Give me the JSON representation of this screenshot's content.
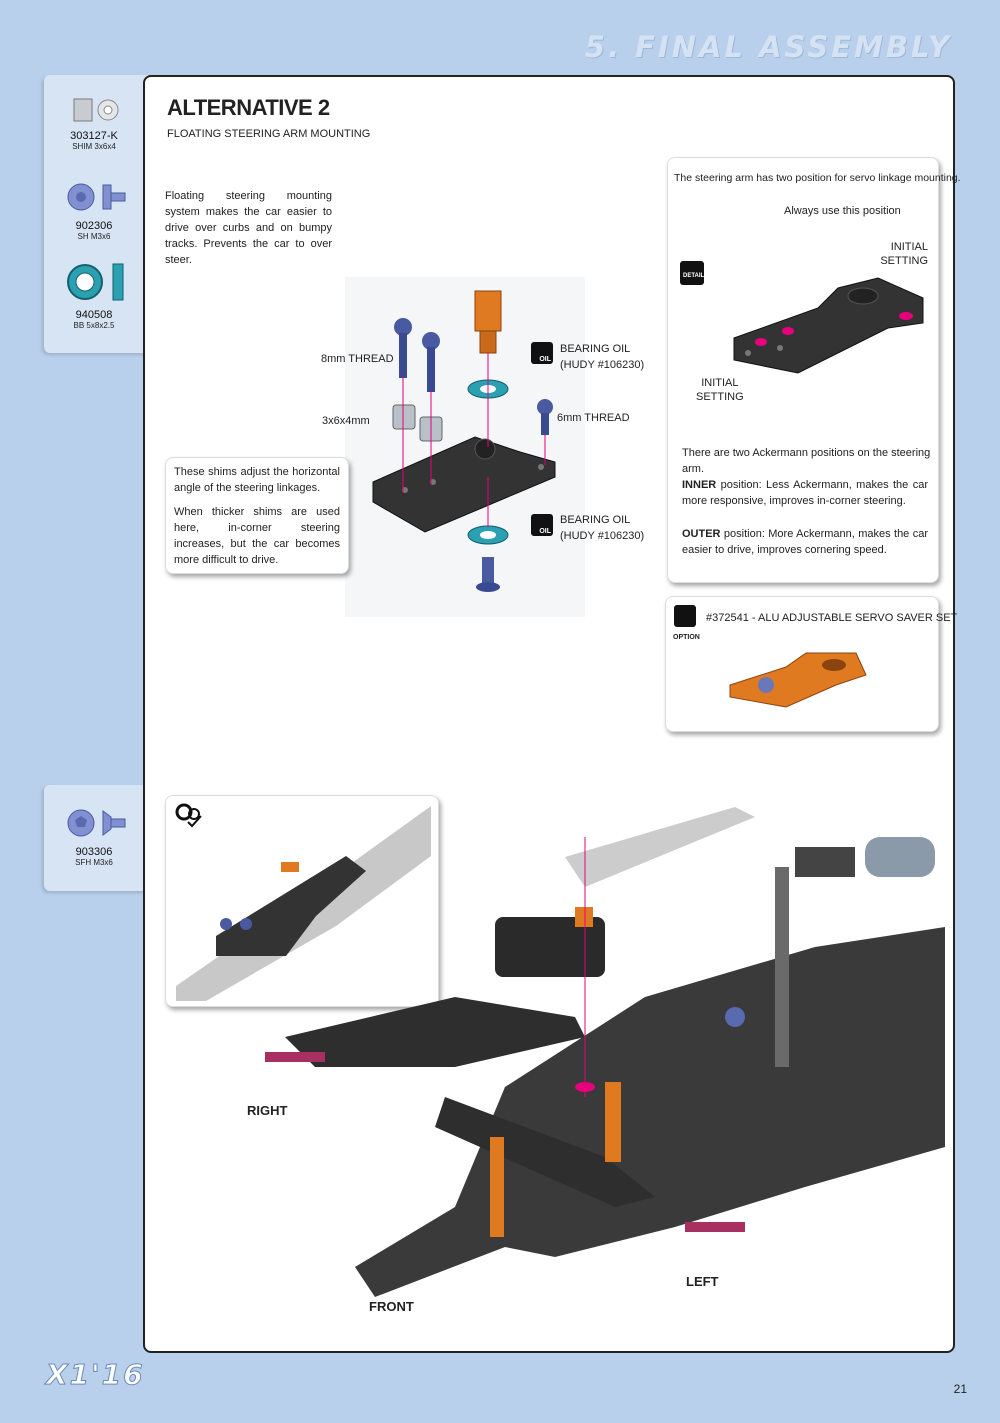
{
  "header": {
    "section_title": "5. FINAL ASSEMBLY"
  },
  "sidebar_top": {
    "parts": [
      {
        "code": "303127-K",
        "desc": "SHIM 3x6x4",
        "icon": "shim-icon"
      },
      {
        "code": "902306",
        "desc": "SH M3x6",
        "icon": "screw-icon"
      },
      {
        "code": "940508",
        "desc": "BB 5x8x2.5",
        "icon": "bearing-icon"
      }
    ]
  },
  "sidebar_bottom": {
    "parts": [
      {
        "code": "903306",
        "desc": "SFH M3x6",
        "icon": "flat-screw-icon"
      }
    ]
  },
  "main": {
    "title": "ALTERNATIVE 2",
    "subtitle": "FLOATING STEERING ARM MOUNTING",
    "intro": "Floating steering mounting system makes the car easier to drive over curbs and on bumpy tracks. Prevents the car to over steer.",
    "labels": {
      "thread8": "8mm THREAD",
      "shim": "3x6x4mm",
      "thread6": "6mm THREAD",
      "bearing_oil_1a": "BEARING OIL",
      "bearing_oil_1b": "(HUDY #106230)",
      "bearing_oil_2a": "BEARING OIL",
      "bearing_oil_2b": "(HUDY #106230)",
      "oil_icon": "OIL"
    },
    "shims_note": {
      "p1": "These shims adjust the horizontal angle of the steering linkages.",
      "p2": "When thicker shims are used here, in-corner steering increases, but the car becomes more difficult to drive."
    },
    "detail_card": {
      "top_text": "The steering arm has two position for servo linkage mounting.",
      "always_use": "Always use this position",
      "initial_1a": "INITIAL",
      "initial_1b": "SETTING",
      "initial_2a": "INITIAL",
      "initial_2b": "SETTING",
      "detail_icon": "DETAIL",
      "ackermann": "There are two Ackermann positions on the steering arm.",
      "inner_label": "INNER",
      "inner_text": " position: Less Ackermann, makes the car more responsive, improves in-corner steering.",
      "outer_label": "OUTER",
      "outer_text": " position: More Ackermann, makes the car easier to drive, improves cornering speed."
    },
    "option_card": {
      "text": "#372541 - ALU ADJUSTABLE SERVO SAVER SET",
      "option_label": "OPTION"
    },
    "directions": {
      "right": "RIGHT",
      "left": "LEFT",
      "front": "FRONT"
    }
  },
  "footer": {
    "logo": "X1'16",
    "page_number": "21"
  },
  "colors": {
    "background": "#b9d0ec",
    "magenta": "#e6007e",
    "orange": "#e07a20",
    "carbon": "#333333"
  }
}
